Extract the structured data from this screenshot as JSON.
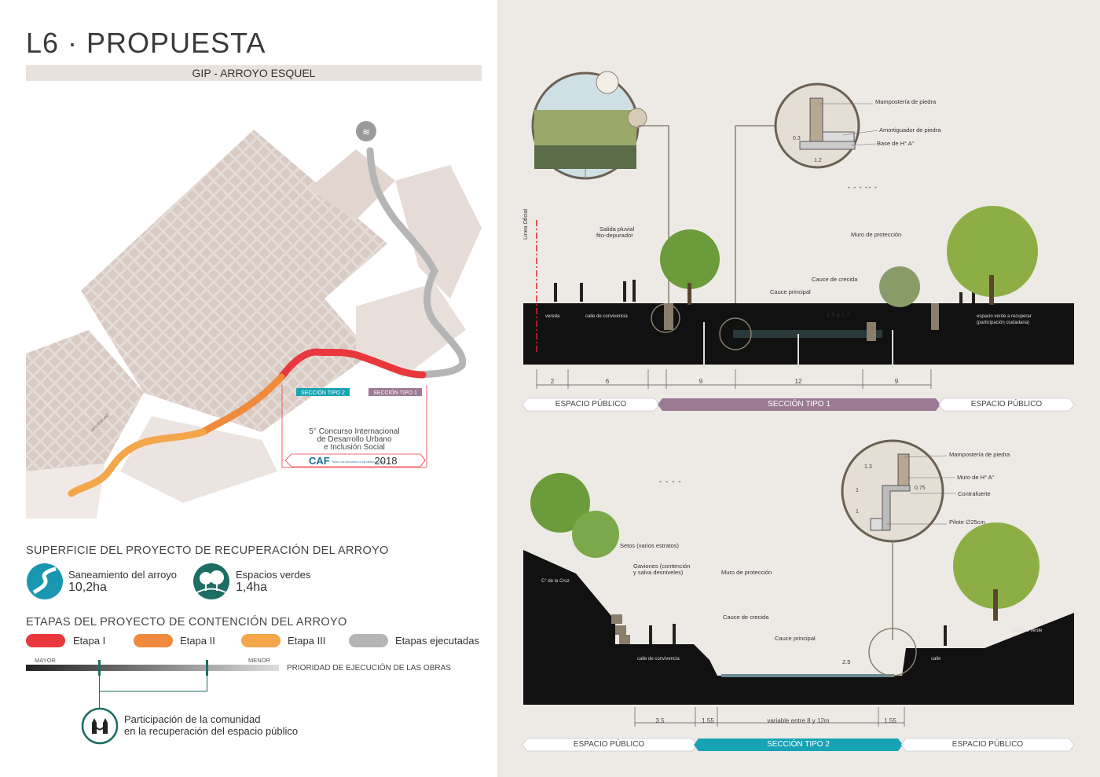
{
  "header": {
    "title": "L6 · PROPUESTA",
    "subtitle": "GIP - ARROYO ESQUEL"
  },
  "map": {
    "section2_tag": "SECCIÓN TIPO 2",
    "section1_tag": "SECCIÓN TIPO 1",
    "contest_line1": "5° Concurso Internacional",
    "contest_line2": "de Desarrollo Urbano",
    "contest_line3": "e Inclusión Social",
    "caf_logo": "CAF",
    "caf_small": "BANCO DE DESARROLLO DE AMÉRICA LATINA",
    "year": "2018",
    "road_label": "MITOGRUNZ"
  },
  "surface": {
    "heading": "SUPERFICIE DEL PROYECTO DE RECUPERACIÓN DEL ARROYO",
    "items": [
      {
        "label": "Saneamiento del arroyo",
        "value": "10,2ha",
        "icon": "stream-icon"
      },
      {
        "label": "Espacios verdes",
        "value": "1,4ha",
        "icon": "trees-icon"
      }
    ]
  },
  "stages": {
    "heading": "ETAPAS DEL PROYECTO DE CONTENCIÓN DEL ARROYO",
    "items": [
      {
        "label": "Etapa I",
        "color": "#e8383d"
      },
      {
        "label": "Etapa II",
        "color": "#f08a3c"
      },
      {
        "label": "Etapa III",
        "color": "#f3a74a"
      },
      {
        "label": "Etapas ejecutadas",
        "color": "#b5b5b5"
      }
    ]
  },
  "priority": {
    "major": "MAYOR",
    "minor": "MENOR",
    "label": "PRIORIDAD DE EJECUCIÓN DE LAS OBRAS"
  },
  "community": {
    "line1": "Participación de la comunidad",
    "line2": "en la recuperación del espacio público"
  },
  "section1": {
    "linea_oficial": "Línea Oficial",
    "salida_pluvial_1": "Salida pluvial",
    "salida_pluvial_2": "fito-depurador",
    "mamposteria": "Mampostería de piedra",
    "amortiguador": "Amortiguador de piedra",
    "base": "Base de H° A°",
    "dim_03": "0.3",
    "dim_12": "1.2",
    "muro": "Muro de protección",
    "cauce_crecida": "Cauce de crecida",
    "cauce_principal": "Cauce principal",
    "height": "1.5 a 1.7",
    "vereda": "vereda",
    "calle": "calle de convivencia",
    "espacio_verde": "espacio verde a recuperar",
    "participacion": "(participación ciudadana)",
    "dims": [
      "2",
      "6",
      "9",
      "12",
      "9"
    ],
    "band_left": "ESPACIO PÚBLICO",
    "band_mid": "SECCIÓN TIPO 1",
    "band_right": "ESPACIO PÚBLICO"
  },
  "section2": {
    "mamposteria": "Mampostería de piedra",
    "muro_ha": "Muro de H° A°",
    "contrafuerte": "Contrafuerte",
    "pilote": "Pilote ∅25cm",
    "dim_13": "1.3",
    "dim_1a": "1",
    "dim_075": "0.75",
    "dim_1b": "1",
    "setos": "Setos (varios estratos)",
    "gaviones_1": "Gaviones (contención",
    "gaviones_2": "y salva desniveles)",
    "muro": "Muro de protección",
    "cauce_crecida": "Cauce de crecida",
    "cauce_principal": "Cauce principal",
    "height": "2.5",
    "cerro": "C° de la Cruz",
    "calle_conv": "calle de convivencia",
    "calle": "calle",
    "espacio_verde": "espacio verde",
    "dims": [
      "3.5",
      "1.55",
      "variable entre 8 y 12m",
      "1.55"
    ],
    "band_left": "ESPACIO PÚBLICO",
    "band_mid": "SECCIÓN TIPO 2",
    "band_right": "ESPACIO PÚBLICO"
  },
  "colors": {
    "stage1": "#e8383d",
    "stage2": "#f08a3c",
    "stage3": "#f3a74a",
    "executed": "#b5b5b5",
    "teal": "#17a3b5",
    "mauve": "#9b7b93",
    "tealdark": "#1c6d63"
  }
}
